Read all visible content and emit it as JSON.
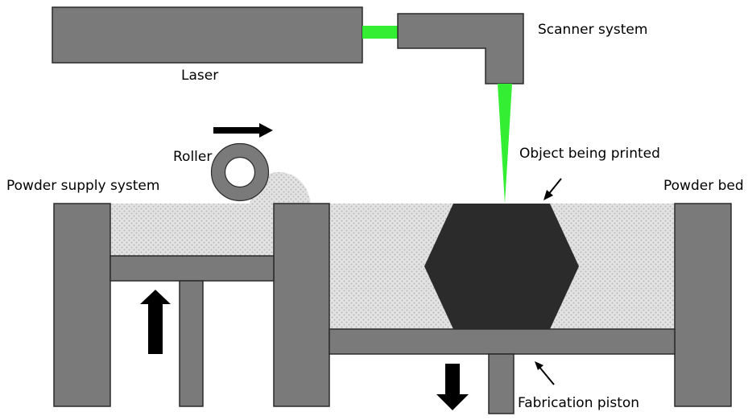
{
  "labels": {
    "laser": "Laser",
    "scanner": "Scanner system",
    "roller": "Roller",
    "object": "Object being printed",
    "powder_supply": "Powder supply system",
    "powder_bed": "Powder bed",
    "piston": "Fabrication piston"
  },
  "colors": {
    "machine_gray": "#7a7a7a",
    "outline": "#2a2a2a",
    "laser_beam": "#33ee33",
    "powder_fill": "#e3e3e3",
    "powder_dots": "#b8b8b8",
    "object_fill": "#2b2b2b",
    "arrow": "#000000"
  }
}
